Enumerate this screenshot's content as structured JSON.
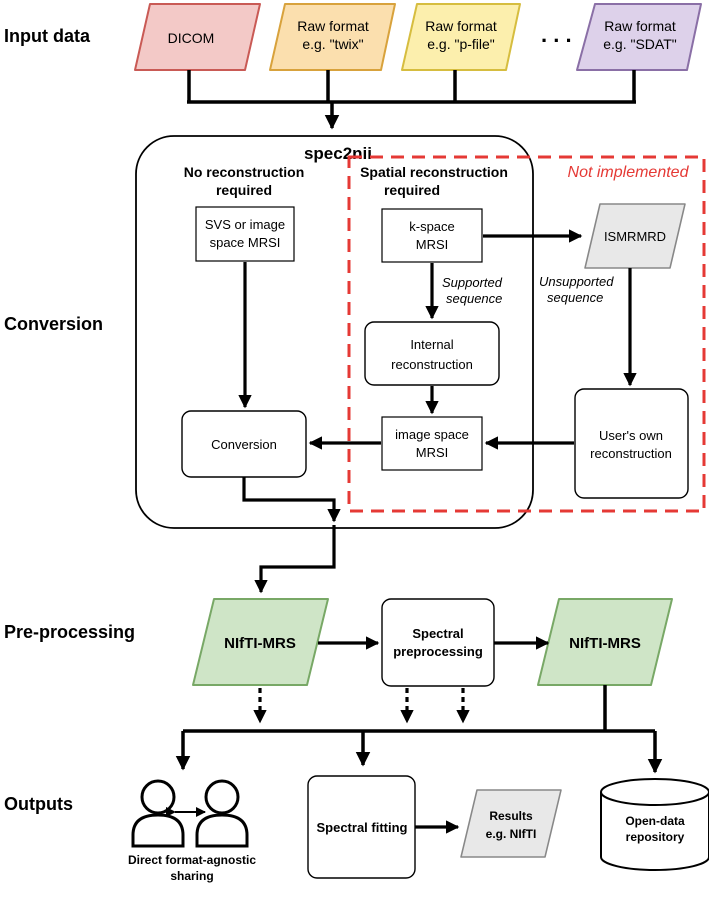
{
  "stages": {
    "input": "Input data",
    "conversion": "Conversion",
    "preprocessing": "Pre-processing",
    "outputs": "Outputs"
  },
  "inputs": {
    "dicom": "DICOM",
    "twix_1": "Raw format",
    "twix_2": "e.g. \"twix\"",
    "pfile_1": "Raw format",
    "pfile_2": "e.g. \"p-file\"",
    "ellipsis": ". . .",
    "sdat_1": "Raw format",
    "sdat_2": "e.g. \"SDAT\""
  },
  "spec2nii": {
    "title": "spec2nii",
    "no_recon_1": "No reconstruction",
    "no_recon_2": "required",
    "spatial_1": "Spatial reconstruction",
    "spatial_2": "required",
    "not_implemented": "Not implemented",
    "svs_1": "SVS or image",
    "svs_2": "space MRSI",
    "kspace_1": "k-space",
    "kspace_2": "MRSI",
    "ismrmrd": "ISMRMRD",
    "supported_1": "Supported",
    "supported_2": "sequence",
    "unsupported_1": "Unsupported",
    "unsupported_2": "sequence",
    "internal_1": "Internal",
    "internal_2": "reconstruction",
    "imagespace_1": "image space",
    "imagespace_2": "MRSI",
    "conversion": "Conversion",
    "users_1": "User's own",
    "users_2": "reconstruction"
  },
  "preprocessing": {
    "nifti_left": "NIfTI-MRS",
    "spectral_1": "Spectral",
    "spectral_2": "preprocessing",
    "nifti_right": "NIfTI-MRS"
  },
  "outputs": {
    "sharing_1": "Direct format-agnostic",
    "sharing_2": "sharing",
    "fitting": "Spectral fitting",
    "results_1": "Results",
    "results_2": "e.g. NIfTI",
    "repo_1": "Open-data",
    "repo_2": "repository"
  },
  "colors": {
    "dicom_fill": "#f3c9c7",
    "dicom_stroke": "#c95a55",
    "twix_fill": "#fbdfae",
    "twix_stroke": "#d8a23c",
    "pfile_fill": "#fcefad",
    "pfile_stroke": "#d6bd3f",
    "sdat_fill": "#ddd1ea",
    "sdat_stroke": "#8a6fa6",
    "nifti_fill": "#cfe5c7",
    "nifti_stroke": "#78a866",
    "gray_fill": "#e8e8e8",
    "gray_stroke": "#888888",
    "not_impl": "#e53935"
  }
}
